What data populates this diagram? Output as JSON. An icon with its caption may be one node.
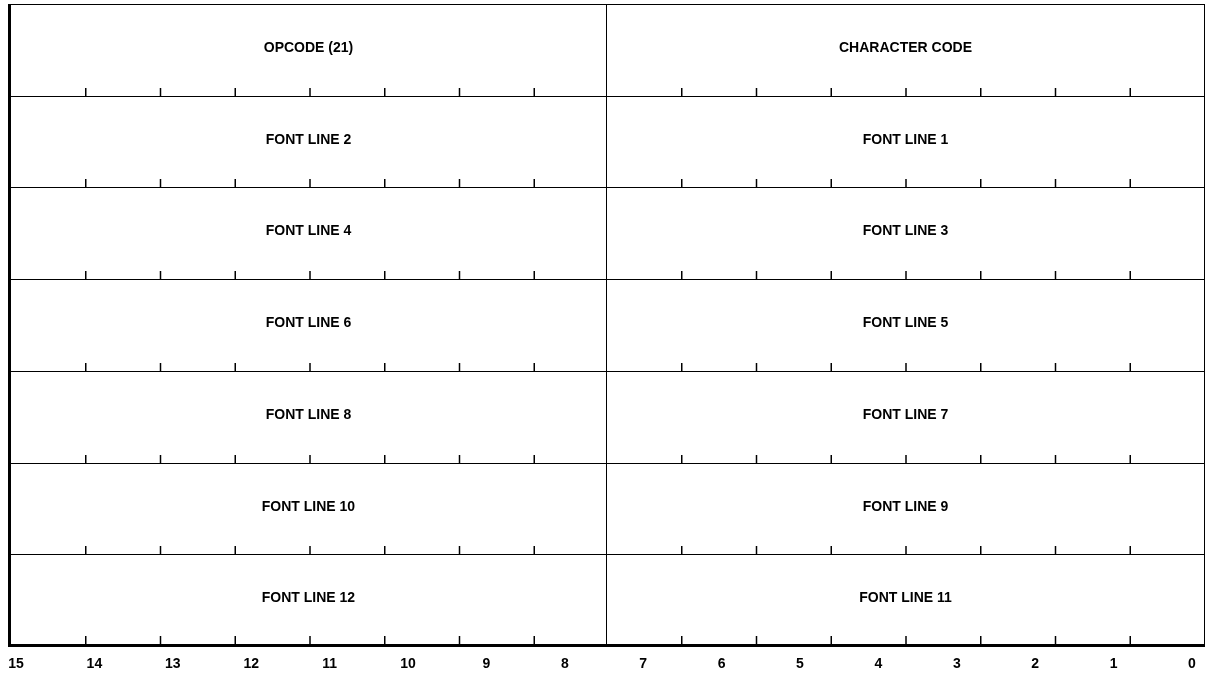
{
  "diagram": {
    "nodes": [
      {
        "text": [
          "OPCODE (21)"
        ]
      },
      {
        "text": [
          "CHARACTER CODE"
        ]
      },
      {
        "text": [
          "FONT LINE 2"
        ]
      },
      {
        "text": [
          "FONT LINE 1"
        ]
      },
      {
        "text": [
          "FONT LINE 4"
        ]
      },
      {
        "text": [
          "FONT LINE 3"
        ]
      },
      {
        "text": [
          "FONT LINE 6"
        ]
      },
      {
        "text": [
          "FONT LINE 5"
        ]
      },
      {
        "text": [
          "FONT LINE 8"
        ]
      },
      {
        "text": [
          "FONT LINE 7"
        ]
      },
      {
        "text": [
          "FONT LINE 10"
        ]
      },
      {
        "text": [
          "FONT LINE 9"
        ]
      },
      {
        "text": [
          "FONT LINE 12"
        ]
      },
      {
        "text": [
          "FONT LINE 11"
        ]
      }
    ],
    "labels": [
      "15",
      "14",
      "13",
      "12",
      "11",
      "10",
      "9",
      "8",
      "7",
      "6",
      "5",
      "4",
      "3",
      "2",
      "1",
      "0"
    ]
  }
}
